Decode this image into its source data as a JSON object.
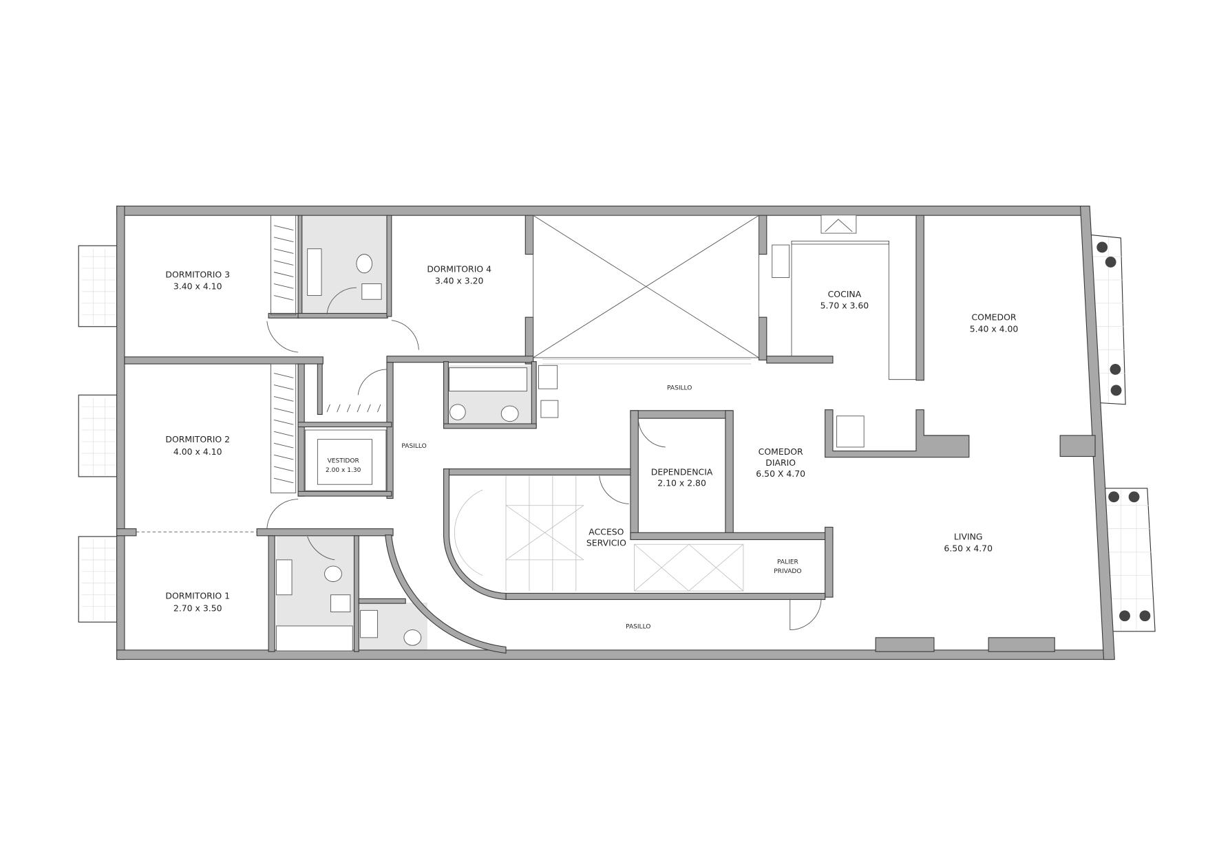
{
  "rooms": {
    "dormitorio3": {
      "name": "DORMITORIO 3",
      "size": "3.40 x 4.10"
    },
    "dormitorio4": {
      "name": "DORMITORIO 4",
      "size": "3.40 x 3.20"
    },
    "dormitorio2": {
      "name": "DORMITORIO 2",
      "size": "4.00 x 4.10"
    },
    "dormitorio1": {
      "name": "DORMITORIO 1",
      "size": "2.70 x 3.50"
    },
    "vestidor": {
      "name": "VESTIDOR",
      "size": "2.00 x 1.30"
    },
    "cocina": {
      "name": "COCINA",
      "size": "5.70 x 3.60"
    },
    "comedor": {
      "name": "COMEDOR",
      "size": "5.40 x 4.00"
    },
    "comedor_diario": {
      "name1": "COMEDOR",
      "name2": "DIARIO",
      "size": "6.50 X 4.70"
    },
    "dependencia": {
      "name": "DEPENDENCIA",
      "size": "2.10 x 2.80"
    },
    "acceso_servicio": {
      "name1": "ACCESO",
      "name2": "SERVICIO"
    },
    "living": {
      "name": "LIVING",
      "size": "6.50 x 4.70"
    },
    "palier_privado": {
      "name1": "PALIER",
      "name2": "PRIVADO"
    },
    "pasillo_top": {
      "name": "PASILLO"
    },
    "pasillo_left": {
      "name": "PASILLO"
    },
    "pasillo_bottom": {
      "name": "PASILLO"
    }
  }
}
